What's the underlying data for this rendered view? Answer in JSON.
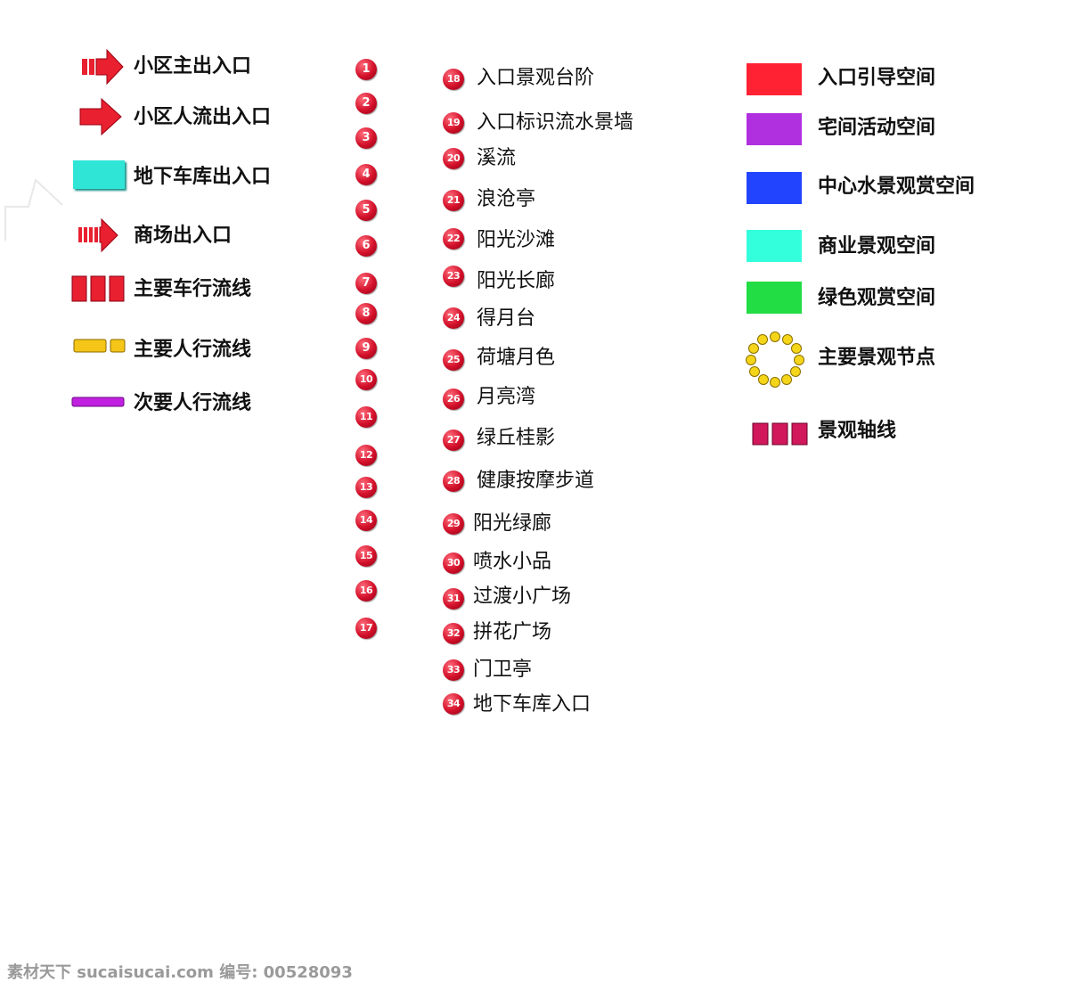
{
  "legend_left": [
    {
      "icon": "solid-arrow-with-bars-icon",
      "label": "小区主出入口"
    },
    {
      "icon": "solid-arrow-icon",
      "label": "小区人流出入口"
    },
    {
      "icon": "cyan-rectangle-icon",
      "label": "地下车库出入口"
    },
    {
      "icon": "striped-arrow-icon",
      "label": "商场出入口"
    },
    {
      "icon": "red-dashed-line-icon",
      "label": "主要车行流线"
    },
    {
      "icon": "yellow-dashed-line-icon",
      "label": "主要人行流线"
    },
    {
      "icon": "purple-line-icon",
      "label": "次要人行流线"
    }
  ],
  "numbers_col1": [
    "1",
    "2",
    "3",
    "4",
    "5",
    "6",
    "7",
    "8",
    "9",
    "10",
    "11",
    "12",
    "13",
    "14",
    "15",
    "16",
    "17"
  ],
  "items_col2": [
    {
      "n": "18",
      "label": "入口景观台阶"
    },
    {
      "n": "19",
      "label": "入口标识流水景墙"
    },
    {
      "n": "20",
      "label": "溪流"
    },
    {
      "n": "21",
      "label": "浪沧亭"
    },
    {
      "n": "22",
      "label": "阳光沙滩"
    },
    {
      "n": "23",
      "label": "阳光长廊"
    },
    {
      "n": "24",
      "label": "得月台"
    },
    {
      "n": "25",
      "label": "荷塘月色"
    },
    {
      "n": "26",
      "label": "月亮湾"
    },
    {
      "n": "27",
      "label": "绿丘桂影"
    },
    {
      "n": "28",
      "label": "健康按摩步道"
    },
    {
      "n": "29",
      "label": "阳光绿廊"
    },
    {
      "n": "30",
      "label": "喷水小品"
    },
    {
      "n": "31",
      "label": "过渡小广场"
    },
    {
      "n": "32",
      "label": "拼花广场"
    },
    {
      "n": "33",
      "label": "门卫亭"
    },
    {
      "n": "34",
      "label": "地下车库入口"
    }
  ],
  "legend_right": [
    {
      "color": "#ff2233",
      "label": "入口引导空间"
    },
    {
      "color": "#b030e0",
      "label": "宅间活动空间"
    },
    {
      "color": "#2244ff",
      "label": "中心水景观赏空间"
    },
    {
      "color": "#33ffdd",
      "label": "商业景观空间"
    },
    {
      "color": "#22dd44",
      "label": "绿色观赏空间"
    },
    {
      "icon": "yellow-dot-ring-icon",
      "label": "主要景观节点"
    },
    {
      "icon": "magenta-dashed-line-icon",
      "label": "景观轴线"
    }
  ],
  "watermark": "素材天下 sucaisucai.com   编号: 00528093"
}
